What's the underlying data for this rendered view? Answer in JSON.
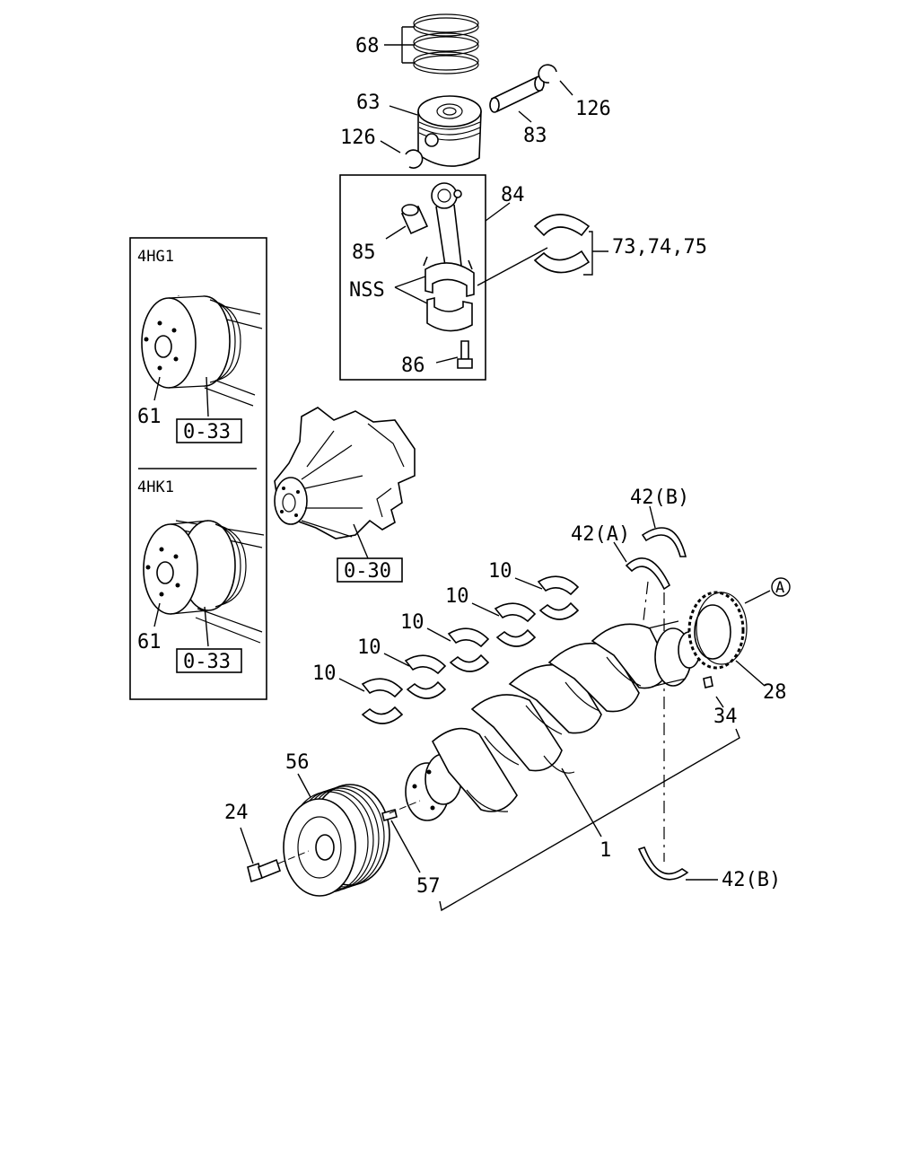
{
  "callouts": {
    "piston_rings": "68",
    "piston": "63",
    "snap_ring_right": "126",
    "snap_ring_left": "126",
    "piston_pin": "83",
    "connecting_rod": "84",
    "bushing": "85",
    "rod_bearing": "73,74,75",
    "nss": "NSS",
    "rod_bolt": "86",
    "pulley_4hg1": "61",
    "pulley_4hk1": "61",
    "main_bearing_1": "10",
    "main_bearing_2": "10",
    "main_bearing_3": "10",
    "main_bearing_4": "10",
    "main_bearing_5": "10",
    "thrust_washer_a": "42(A)",
    "thrust_washer_b_top": "42(B)",
    "thrust_washer_b_bottom": "42(B)",
    "timing_gear": "28",
    "key": "34",
    "crankshaft": "1",
    "crank_pulley": "56",
    "bolt": "24",
    "dowel_pin": "57",
    "ref_circle": "A"
  },
  "inset": {
    "variant_top": "4HG1",
    "variant_bottom": "4HK1",
    "ref_top": "0-33",
    "ref_bottom": "0-33"
  },
  "water_pump_ref": "0-30"
}
